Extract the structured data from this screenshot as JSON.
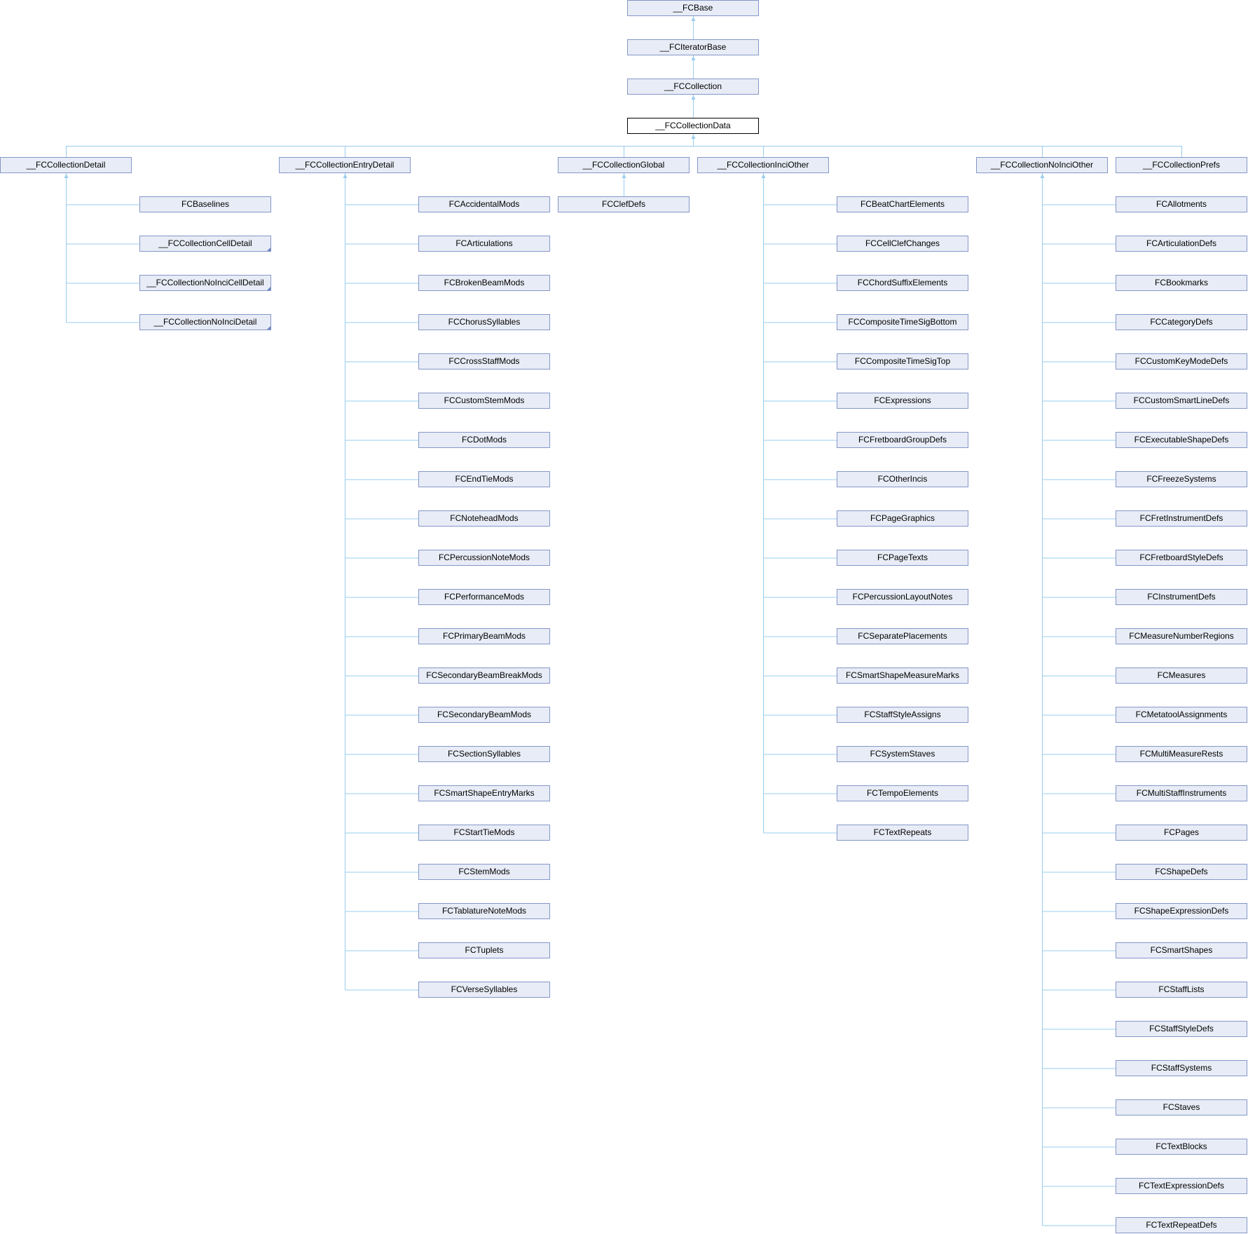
{
  "colors": {
    "node_fill": "#E8ECF6",
    "node_border": "#8497C9",
    "edge": "#99CCEE"
  },
  "ancestors": [
    "__FCBase",
    "__FCIteratorBase",
    "__FCCollection"
  ],
  "current": "__FCCollectionData",
  "groups": [
    {
      "name": "__FCCollectionDetail",
      "children": [
        "FCBaselines",
        "__FCCollectionCellDetail",
        "__FCCollectionNoInciCellDetail",
        "__FCCollectionNoInciDetail"
      ],
      "truncated_children": [
        "__FCCollectionCellDetail",
        "__FCCollectionNoInciCellDetail",
        "__FCCollectionNoInciDetail"
      ]
    },
    {
      "name": "__FCCollectionEntryDetail",
      "children": [
        "FCAccidentalMods",
        "FCArticulations",
        "FCBrokenBeamMods",
        "FCChorusSyllables",
        "FCCrossStaffMods",
        "FCCustomStemMods",
        "FCDotMods",
        "FCEndTieMods",
        "FCNoteheadMods",
        "FCPercussionNoteMods",
        "FCPerformanceMods",
        "FCPrimaryBeamMods",
        "FCSecondaryBeamBreakMods",
        "FCSecondaryBeamMods",
        "FCSectionSyllables",
        "FCSmartShapeEntryMarks",
        "FCStartTieMods",
        "FCStemMods",
        "FCTablatureNoteMods",
        "FCTuplets",
        "FCVerseSyllables"
      ]
    },
    {
      "name": "__FCCollectionGlobal",
      "children": [
        "FCClefDefs"
      ],
      "direct": true
    },
    {
      "name": "__FCCollectionInciOther",
      "children": [
        "FCBeatChartElements",
        "FCCellClefChanges",
        "FCChordSuffixElements",
        "FCCompositeTimeSigBottom",
        "FCCompositeTimeSigTop",
        "FCExpressions",
        "FCFretboardGroupDefs",
        "FCOtherIncis",
        "FCPageGraphics",
        "FCPageTexts",
        "FCPercussionLayoutNotes",
        "FCSeparatePlacements",
        "FCSmartShapeMeasureMarks",
        "FCStaffStyleAssigns",
        "FCSystemStaves",
        "FCTempoElements",
        "FCTextRepeats"
      ]
    },
    {
      "name": "__FCCollectionNoInciOther",
      "children": [
        "FCAllotments",
        "FCArticulationDefs",
        "FCBookmarks",
        "FCCategoryDefs",
        "FCCustomKeyModeDefs",
        "FCCustomSmartLineDefs",
        "FCExecutableShapeDefs",
        "FCFreezeSystems",
        "FCFretInstrumentDefs",
        "FCFretboardStyleDefs",
        "FCInstrumentDefs",
        "FCMeasureNumberRegions",
        "FCMeasures",
        "FCMetatoolAssignments",
        "FCMultiMeasureRests",
        "FCMultiStaffInstruments",
        "FCPages",
        "FCShapeDefs",
        "FCShapeExpressionDefs",
        "FCSmartShapes",
        "FCStaffLists",
        "FCStaffStyleDefs",
        "FCStaffSystems",
        "FCStaves",
        "FCTextBlocks",
        "FCTextExpressionDefs",
        "FCTextRepeatDefs"
      ]
    },
    {
      "name": "__FCCollectionPrefs",
      "children": []
    }
  ]
}
